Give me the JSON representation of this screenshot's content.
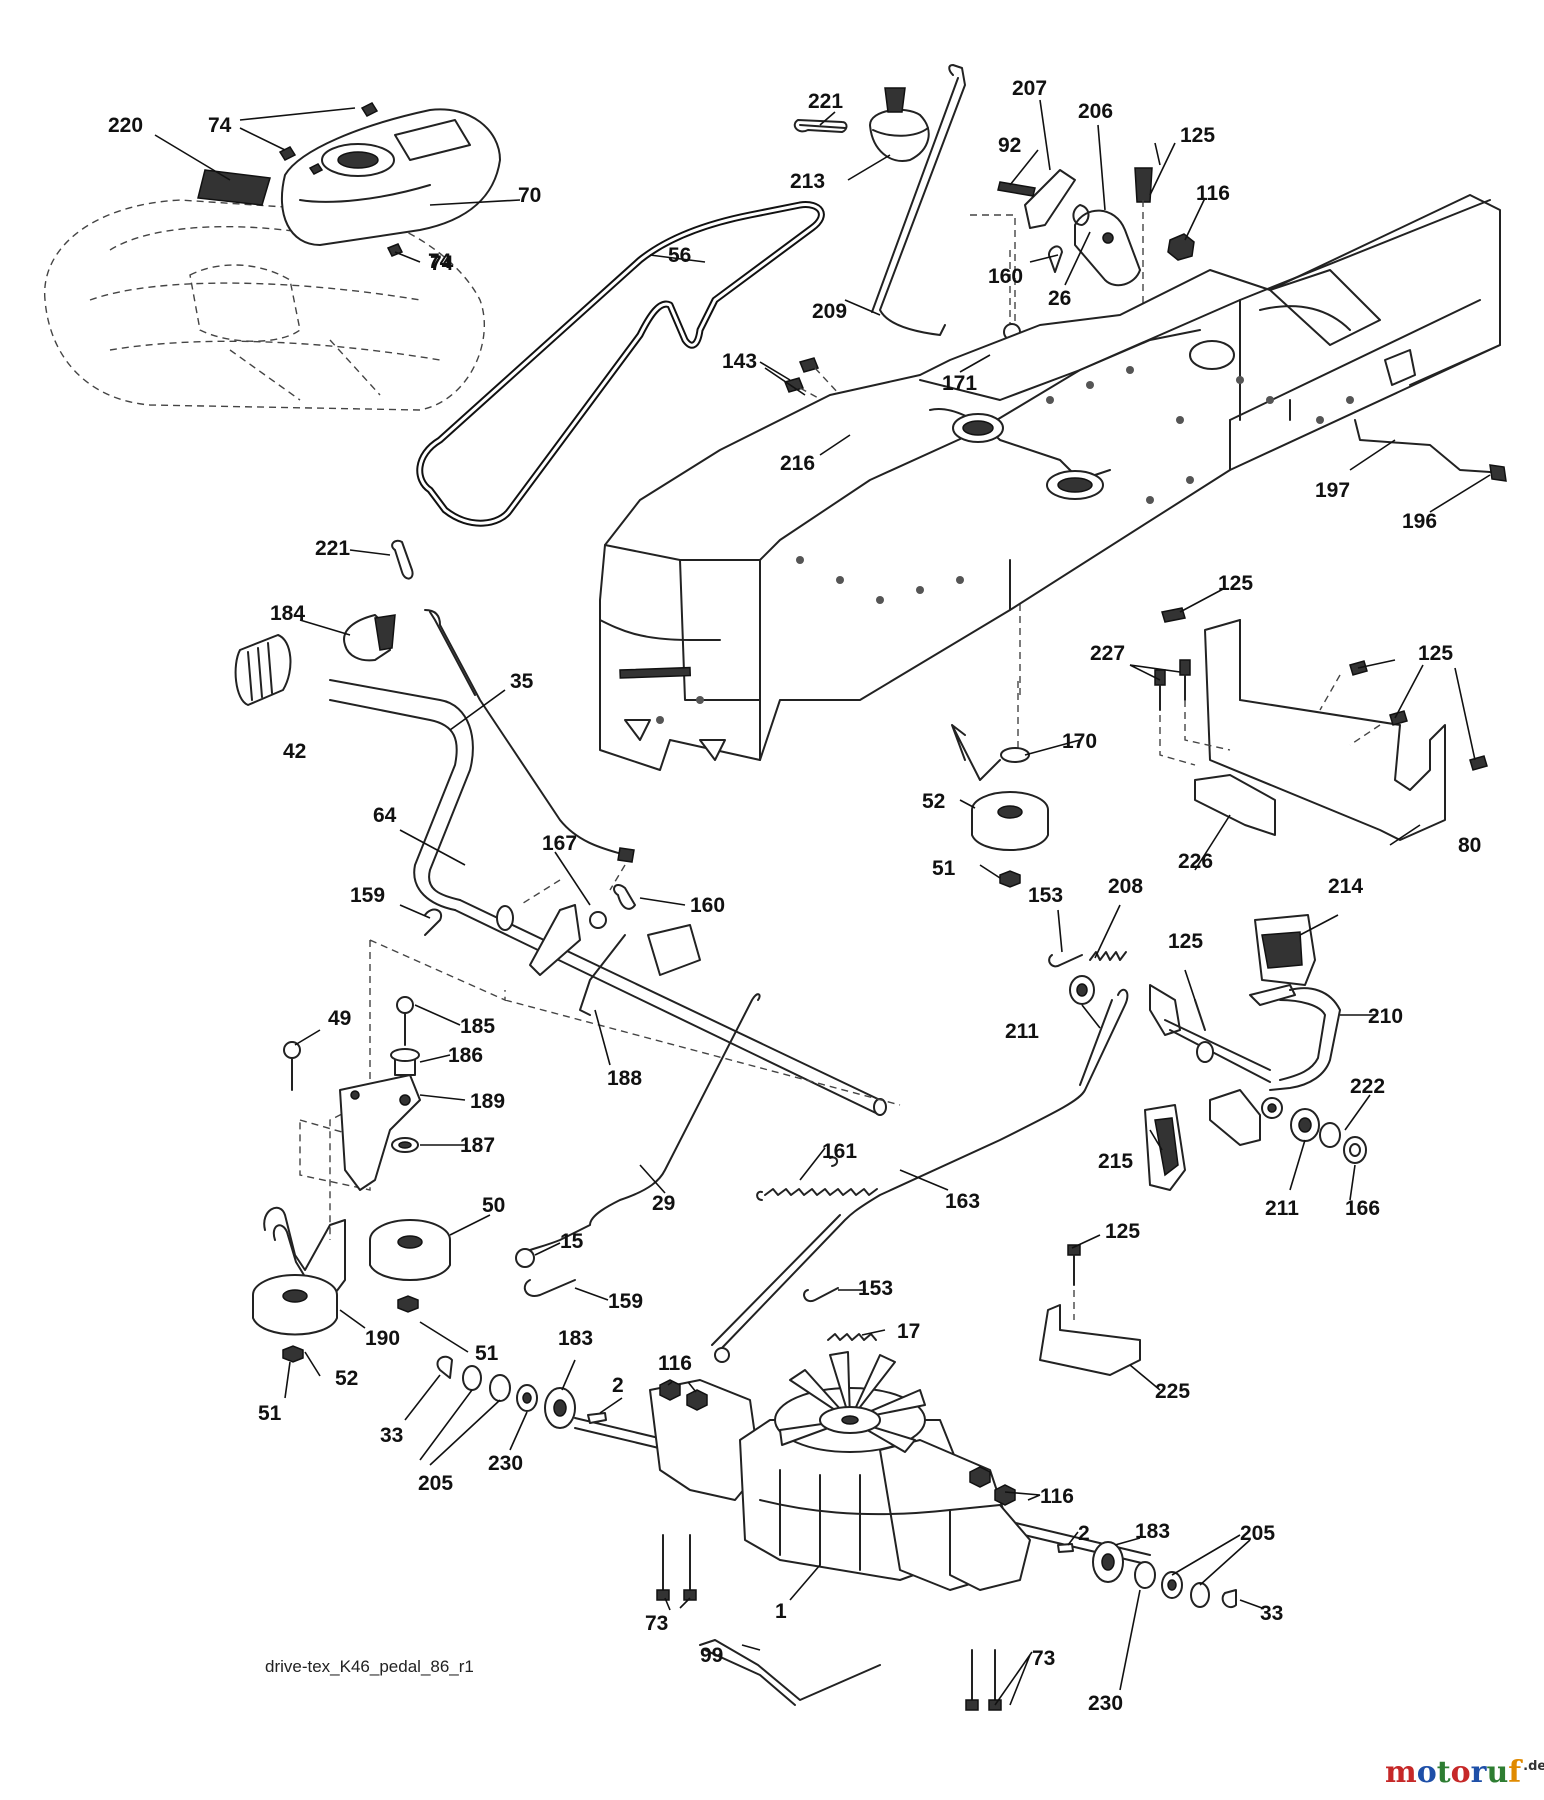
{
  "caption": "drive-tex_K46_pedal_86_r1",
  "brand": {
    "name": "motoruf",
    "tld": ".de",
    "colors": [
      "#c62828",
      "#1e4fa8",
      "#2e7d32",
      "#c62828",
      "#1e4fa8",
      "#2e7d32",
      "#e08a00"
    ]
  },
  "part_labels": [
    "220",
    "74",
    "74",
    "70",
    "74",
    "221",
    "213",
    "56",
    "207",
    "206",
    "92",
    "125",
    "116",
    "160",
    "26",
    "209",
    "171",
    "143",
    "216",
    "197",
    "196",
    "221",
    "184",
    "35",
    "42",
    "64",
    "167",
    "160",
    "159",
    "170",
    "52",
    "51",
    "125",
    "227",
    "125",
    "80",
    "226",
    "153",
    "208",
    "125",
    "214",
    "211",
    "210",
    "49",
    "185",
    "186",
    "189",
    "187",
    "188",
    "161",
    "50",
    "29",
    "15",
    "159",
    "163",
    "215",
    "222",
    "211",
    "166",
    "125",
    "153",
    "17",
    "225",
    "190",
    "52",
    "51",
    "51",
    "183",
    "2",
    "116",
    "33",
    "205",
    "230",
    "116",
    "2",
    "183",
    "205",
    "73",
    "1",
    "99",
    "73",
    "230",
    "33"
  ]
}
